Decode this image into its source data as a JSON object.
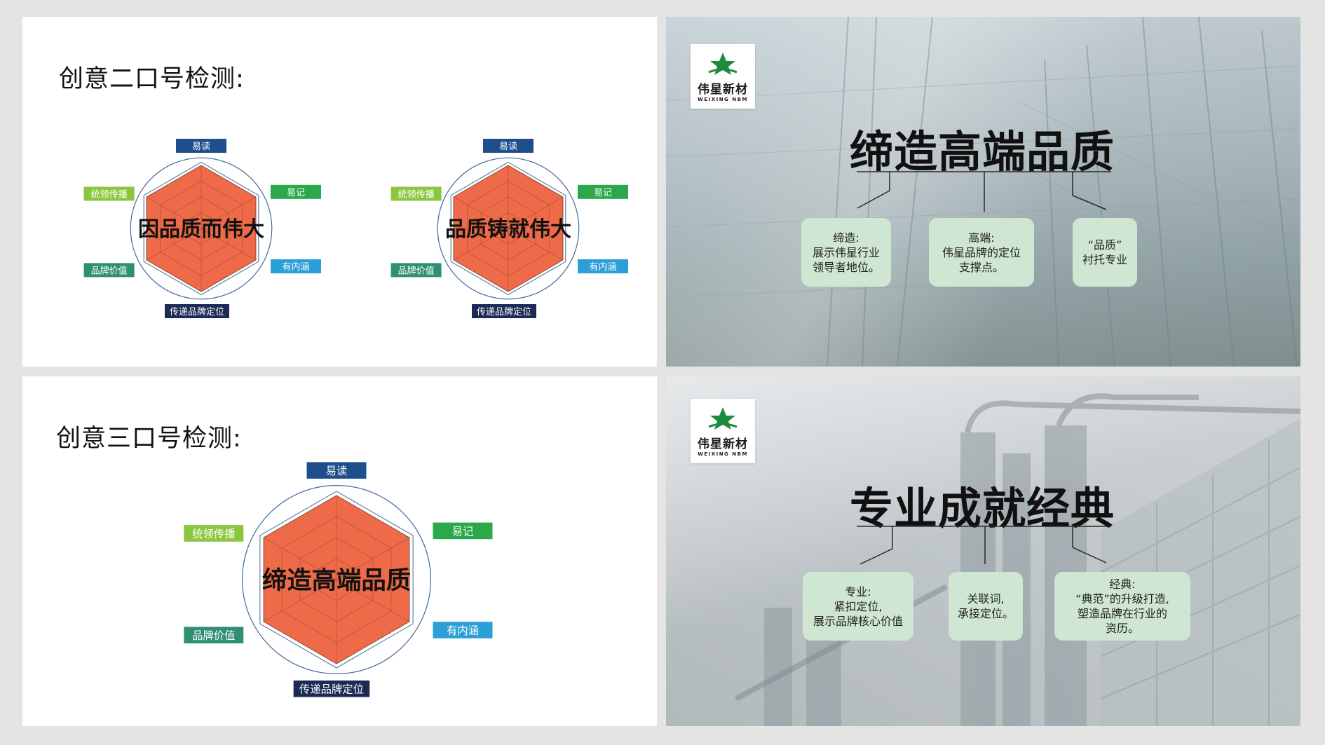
{
  "slide1": {
    "title": "创意二口号检测:",
    "radars": [
      {
        "center_text": "因品质而伟大",
        "labels": [
          "易读",
          "易记",
          "有内涵",
          "传递品牌定位",
          "品牌价值",
          "统领传播"
        ]
      },
      {
        "center_text": "品质铸就伟大",
        "labels": [
          "易读",
          "易记",
          "有内涵",
          "传递品牌定位",
          "品牌价值",
          "统领传播"
        ]
      }
    ]
  },
  "slide3": {
    "title": "创意三口号检测:",
    "radars": [
      {
        "center_text": "缔造高端品质",
        "labels": [
          "易读",
          "易记",
          "有内涵",
          "传递品牌定位",
          "品牌价值",
          "统领传播"
        ]
      }
    ]
  },
  "radar_colors": {
    "fill": "#ee6a48",
    "ring": "#3f6a9b",
    "label_bg": [
      "#1f4e8c",
      "#2aa84a",
      "#2a9fd8",
      "#1c2a57",
      "#2f8f73",
      "#8cc63f"
    ]
  },
  "logo": {
    "name_zh": "伟星新材",
    "name_en": "WEIXING NBM",
    "brand_color": "#1e8a3e"
  },
  "slide2": {
    "headline": "缔造高端品质",
    "boxes": [
      "缔造:\n展示伟星行业\n领导者地位。",
      "高端:\n伟星品牌的定位\n支撑点。",
      "“品质”\n衬托专业"
    ]
  },
  "slide4": {
    "headline": "专业成就经典",
    "boxes": [
      "专业:\n紧扣定位,\n展示品牌核心价值",
      "关联词,\n承接定位。",
      "经典:\n“典范”的升级打造,\n塑造品牌在行业的\n资历。"
    ]
  }
}
